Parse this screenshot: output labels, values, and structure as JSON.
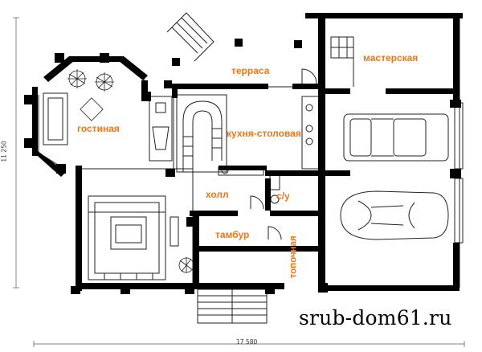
{
  "rooms": {
    "terrace": "терраса",
    "workshop": "мастерская",
    "living_room": "гостиная",
    "kitchen_dining": "кухня-столовая",
    "hall": "холл",
    "wc": "с/у",
    "vestibule": "тамбур",
    "boiler_room": "топочная"
  },
  "dimensions": {
    "width": "17 580",
    "depth": "11 250"
  },
  "watermark": "srub-dom61.ru",
  "colors": {
    "wall": "#000000",
    "label": "#e8781e",
    "line": "#222222"
  }
}
